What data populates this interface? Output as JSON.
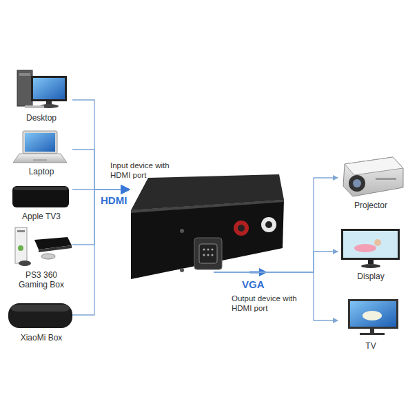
{
  "diagram": {
    "nodes": [
      {
        "text": [
          "Desktop"
        ]
      },
      {
        "text": [
          "Laptop"
        ]
      },
      {
        "text": [
          "Apple TV3"
        ]
      },
      {
        "text": [
          "PS3 360 Gaming Box"
        ]
      },
      {
        "text": [
          "XiaoMi Box"
        ]
      },
      {
        "text": []
      },
      {
        "text": [
          "Projector"
        ]
      },
      {
        "text": [
          "Display"
        ]
      },
      {
        "text": [
          "TV"
        ]
      }
    ],
    "edges": [
      {
        "from": 0,
        "to": 5,
        "arrow": "to"
      },
      {
        "from": 1,
        "to": 5,
        "arrow": "to"
      },
      {
        "from": 2,
        "to": 5,
        "arrow": "to"
      },
      {
        "from": 3,
        "to": 5,
        "arrow": "to"
      },
      {
        "from": 4,
        "to": 5,
        "arrow": "to"
      },
      {
        "from": 5,
        "to": 6,
        "arrow": "to"
      },
      {
        "from": 5,
        "to": 7,
        "arrow": "to"
      },
      {
        "from": 5,
        "to": 8,
        "arrow": "to"
      }
    ],
    "labels": [
      "Input device with HDMI port",
      "HDMI",
      "VGA",
      "Output device with HDMI port"
    ]
  }
}
